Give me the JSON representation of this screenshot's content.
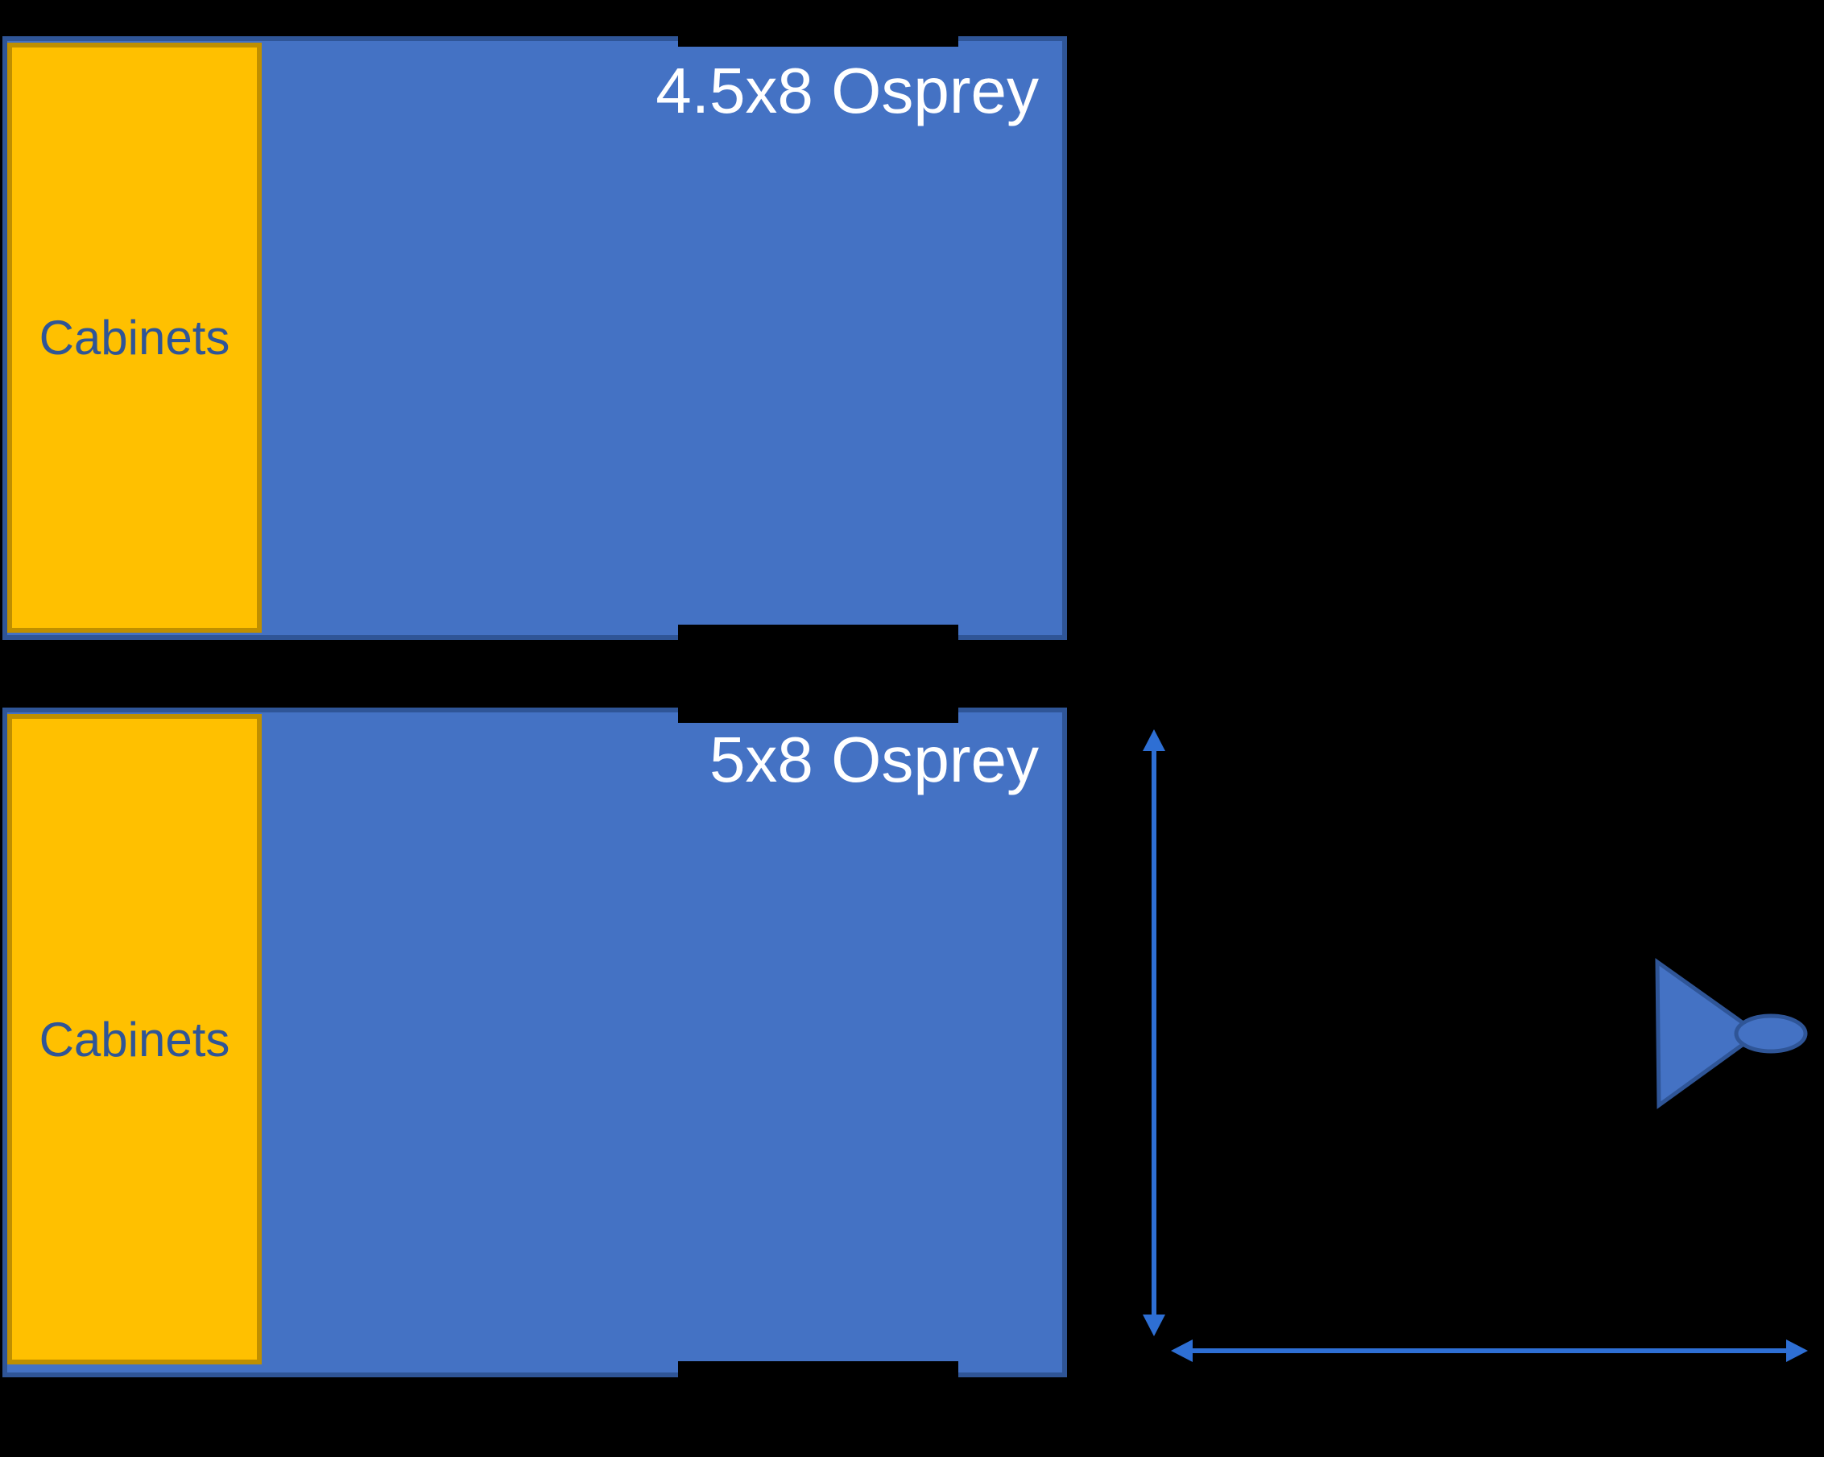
{
  "page": {
    "background": "#000000"
  },
  "colors": {
    "page_background": "#000000",
    "shape_fill": "#4472C4",
    "shape_border": "#2F5597",
    "cabinet_fill": "#FFC000",
    "cabinet_border": "#BF8F00",
    "cabinet_text_color": "#2F5597",
    "title_text_color": "#FFFFFF",
    "arrow_color": "#2E6FD4"
  },
  "trailers": [
    {
      "label": "4.5x8 Osprey",
      "cabinets_label": "Cabinets"
    },
    {
      "label": "5x8 Osprey",
      "cabinets_label": "Cabinets"
    }
  ],
  "icons": {
    "vertical_dimension_arrow": "double-headed-arrow-vertical",
    "horizontal_dimension_arrow": "double-headed-arrow-horizontal",
    "cone": "cone-with-ellipse-pointer"
  }
}
